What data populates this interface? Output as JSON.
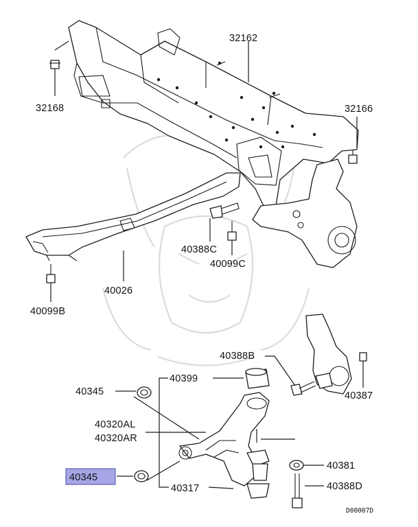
{
  "diagram": {
    "part_labels": {
      "p32162": "32162",
      "p32168": "32168",
      "p32166": "32166",
      "p40388C": "40388C",
      "p40099C": "40099C",
      "p40026": "40026",
      "p40099B": "40099B",
      "p40388B": "40388B",
      "p40387": "40387",
      "p40399": "40399",
      "p40345_top": "40345",
      "p40320AL": "40320AL",
      "p40320AR": "40320AR",
      "p40345_selected": "40345",
      "p40317": "40317",
      "p40381": "40381",
      "p40388D": "40388D"
    },
    "diagram_code": "D00007D",
    "selected_part": "40345",
    "highlight_color": "#a6a6e6"
  }
}
